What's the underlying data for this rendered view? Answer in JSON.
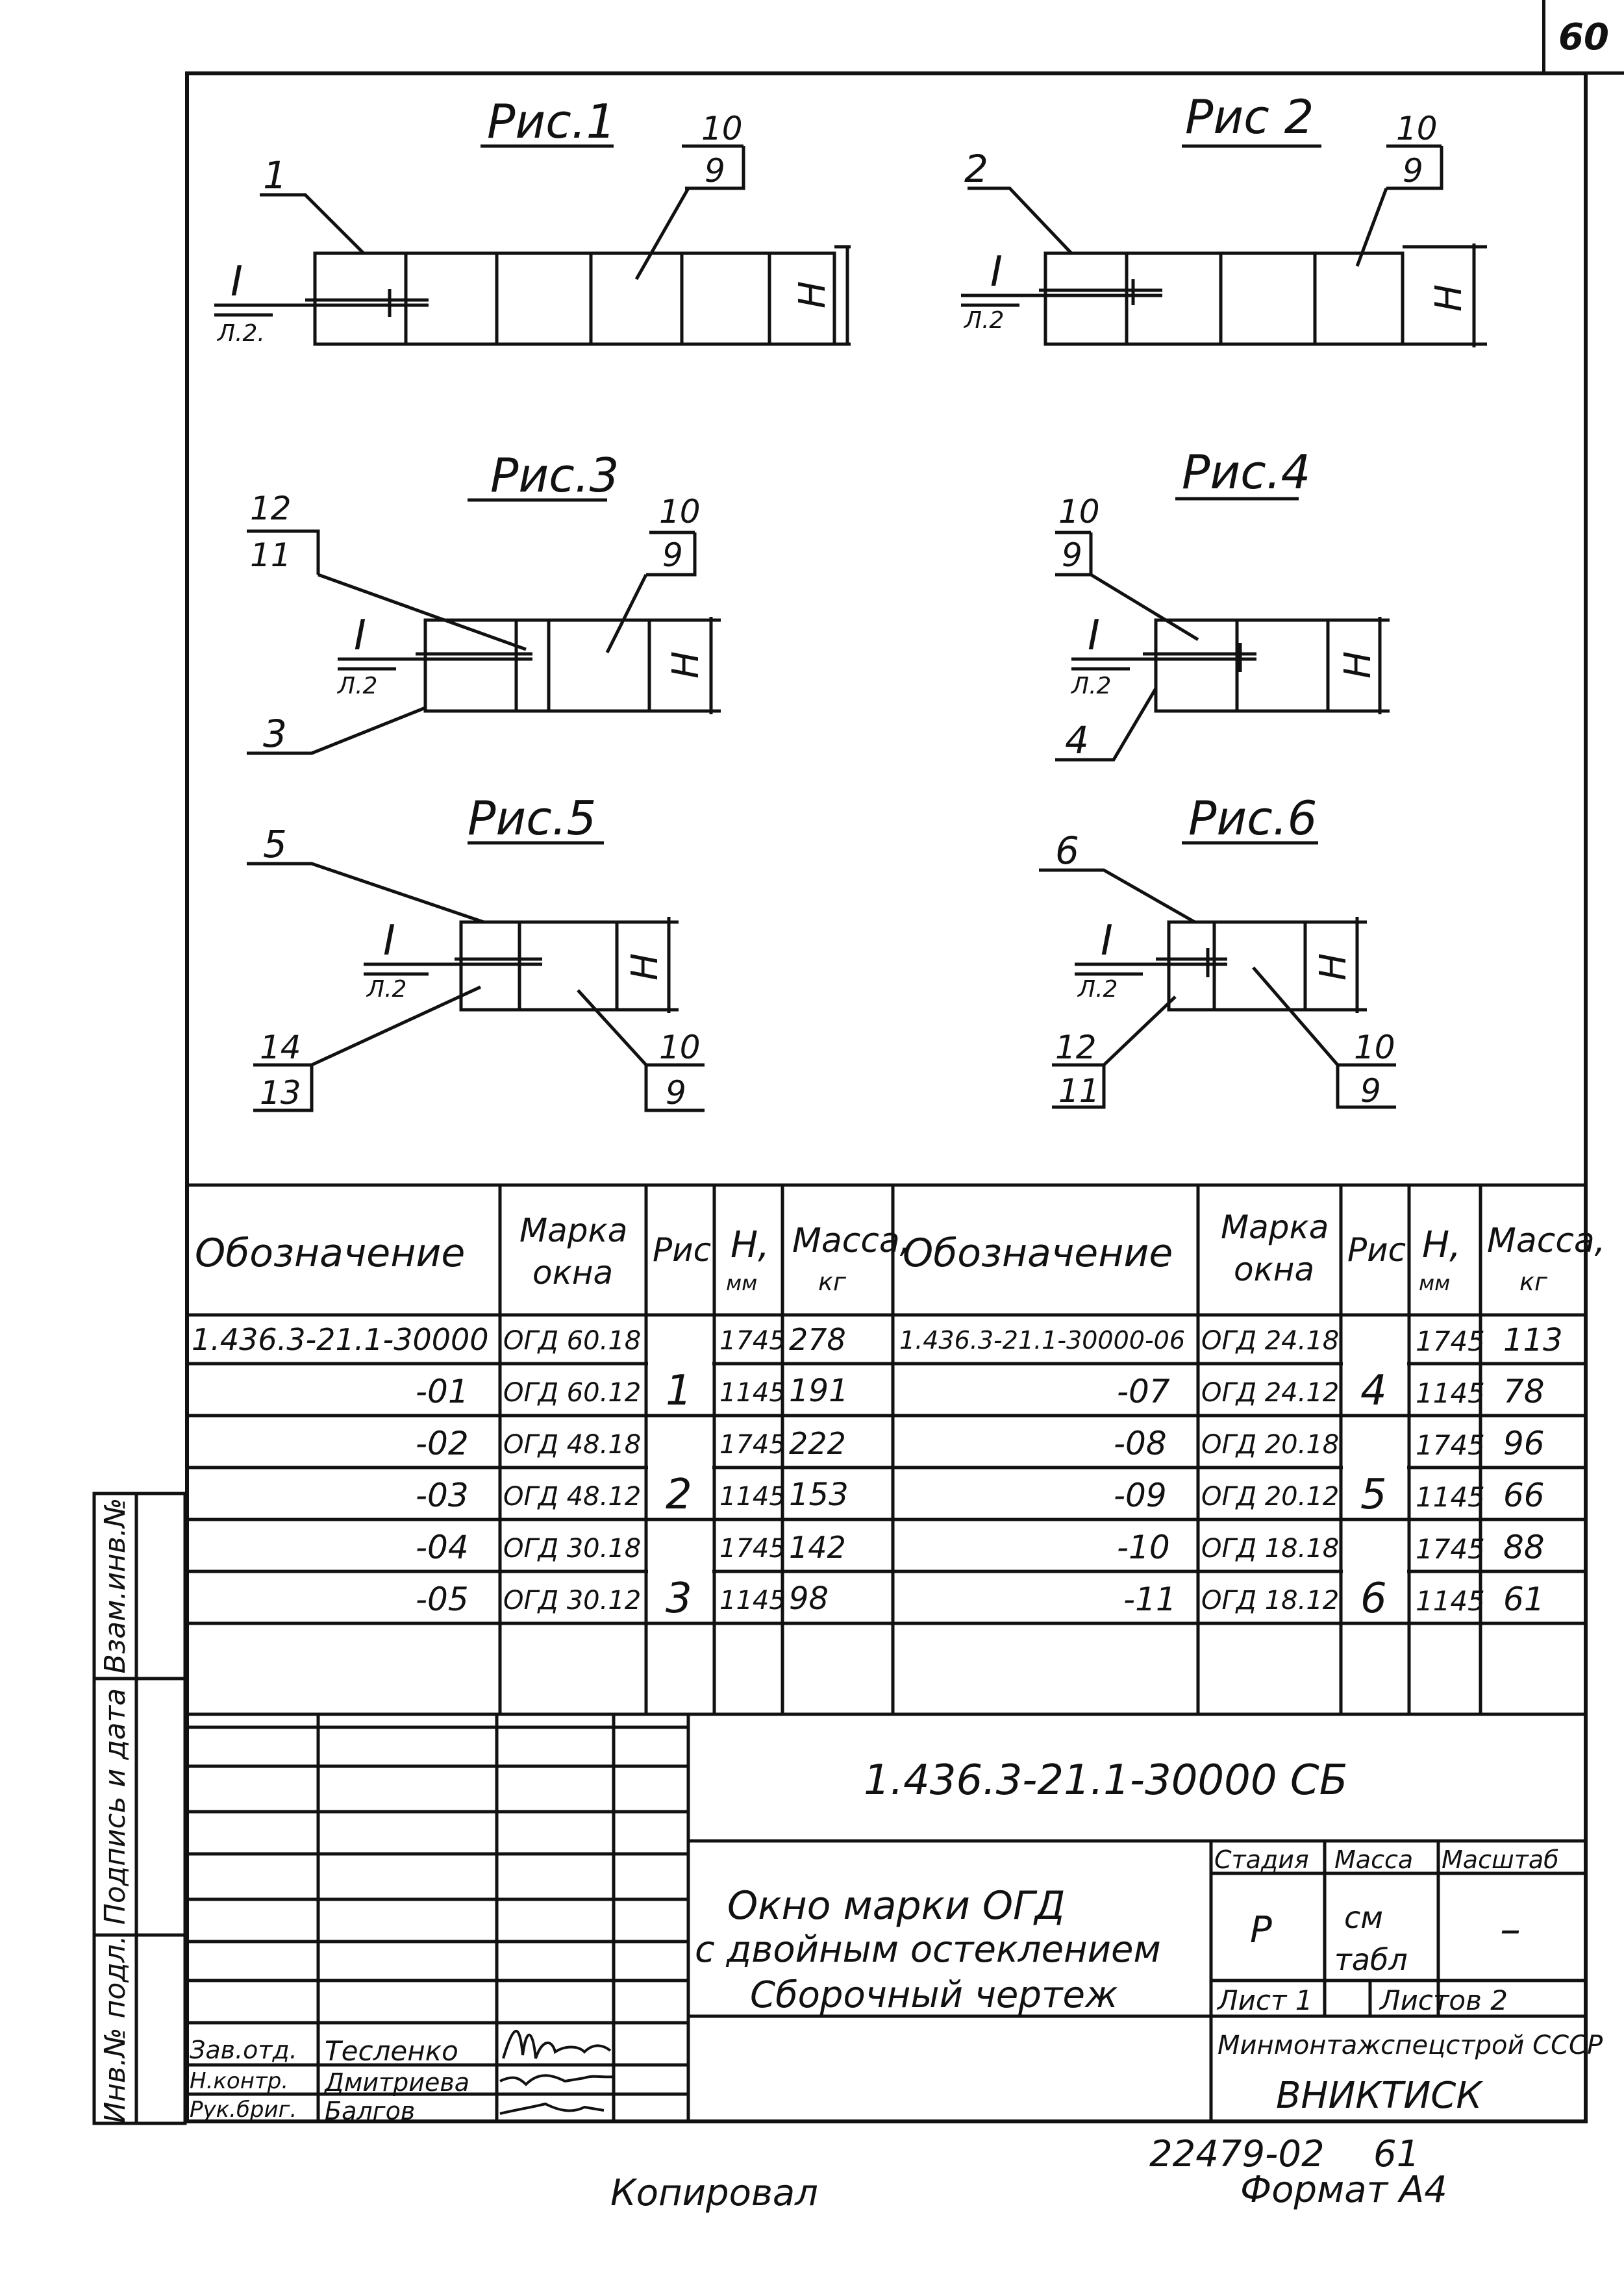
{
  "page_number": "60",
  "figures": [
    {
      "title": "Рис.1",
      "callout_top": "1",
      "callout_frac_top": "10",
      "callout_frac_bottom": "9",
      "section_label": "I",
      "section_sheet": "Л.2.",
      "dim": "H"
    },
    {
      "title": "Рис 2",
      "callout_top": "2",
      "callout_frac_top": "10",
      "callout_frac_bottom": "9",
      "section_label": "I",
      "section_sheet": "Л.2",
      "dim": "H"
    },
    {
      "title": "Рис.3",
      "callout_frac2_top": "12",
      "callout_frac2_bottom": "11",
      "callout_frac_top": "10",
      "callout_frac_bottom": "9",
      "section_label": "I",
      "section_sheet": "Л.2",
      "callout_bottom": "3",
      "dim": "H"
    },
    {
      "title": "Рис.4",
      "callout_frac_top": "10",
      "callout_frac_bottom": "9",
      "section_label": "I",
      "section_sheet": "Л.2",
      "callout_bottom": "4",
      "dim": "H"
    },
    {
      "title": "Рис.5",
      "callout_top": "5",
      "section_label": "I",
      "section_sheet": "Л.2",
      "callout_frac2_top": "14",
      "callout_frac2_bottom": "13",
      "callout_frac_top": "10",
      "callout_frac_bottom": "9",
      "dim": "H"
    },
    {
      "title": "Рис.6",
      "callout_top": "6",
      "section_label": "I",
      "section_sheet": "Л.2",
      "callout_frac2_top": "12",
      "callout_frac2_bottom": "11",
      "callout_frac_top": "10",
      "callout_frac_bottom": "9",
      "dim": "H"
    }
  ],
  "spec_table": {
    "headers": {
      "designation": "Обозначение",
      "mark_line1": "Марка",
      "mark_line2": "окна",
      "fig": "Рис",
      "h_line1": "H,",
      "h_line2": "мм",
      "mass_line1": "Масса,",
      "mass_line2": "кг"
    },
    "left": [
      {
        "designation": "1.436.3-21.1-30000",
        "mark": "ОГД 60.18",
        "h": "1745",
        "mass": "278"
      },
      {
        "designation": "-01",
        "mark": "ОГД 60.12",
        "h": "1145",
        "mass": "191"
      },
      {
        "designation": "-02",
        "mark": "ОГД 48.18",
        "h": "1745",
        "mass": "222"
      },
      {
        "designation": "-03",
        "mark": "ОГД 48.12",
        "h": "1145",
        "mass": "153"
      },
      {
        "designation": "-04",
        "mark": "ОГД 30.18",
        "h": "1745",
        "mass": "142"
      },
      {
        "designation": "-05",
        "mark": "ОГД 30.12",
        "h": "1145",
        "mass": "98"
      }
    ],
    "left_figs": [
      "1",
      "2",
      "3"
    ],
    "right": [
      {
        "designation": "1.436.3-21.1-30000-06",
        "mark": "ОГД 24.18",
        "h": "1745",
        "mass": "113"
      },
      {
        "designation": "-07",
        "mark": "ОГД 24.12",
        "h": "1145",
        "mass": "78"
      },
      {
        "designation": "-08",
        "mark": "ОГД 20.18",
        "h": "1745",
        "mass": "96"
      },
      {
        "designation": "-09",
        "mark": "ОГД 20.12",
        "h": "1145",
        "mass": "66"
      },
      {
        "designation": "-10",
        "mark": "ОГД 18.18",
        "h": "1745",
        "mass": "88"
      },
      {
        "designation": "-11",
        "mark": "ОГД 18.12",
        "h": "1145",
        "mass": "61"
      }
    ],
    "right_figs": [
      "4",
      "5",
      "6"
    ]
  },
  "side_stamp": {
    "inv_orig": "Инв.№ подл.",
    "sign_date": "Подпись и дата",
    "replace_inv": "Взам.инв.№"
  },
  "title_block": {
    "doc_code": "1.436.3-21.1-30000 СБ",
    "title_line1": "Окно марки ОГД",
    "title_line2": "с двойным остеклением",
    "title_line3": "Сборочный чертеж",
    "stage_label": "Стадия",
    "mass_label": "Масса",
    "scale_label": "Масштаб",
    "stage_value": "Р",
    "mass_value_line1": "см",
    "mass_value_line2": "табл",
    "scale_value": "–",
    "sheet_label": "Лист 1",
    "sheets_label": "Листов 2",
    "org_line1": "Минмонтажспецстрой СССР",
    "org_line2": "ВНИКТИСК",
    "signers": [
      {
        "role": "Зав.отд.",
        "name": "Тесленко"
      },
      {
        "role": "Н.контр.",
        "name": "Дмитриева"
      },
      {
        "role": "Рук.бриг.",
        "name": "Балгов"
      }
    ]
  },
  "footer": {
    "copied": "Копировал",
    "number": "22479-02",
    "sheet_num": "61",
    "format": "Формат А4"
  }
}
